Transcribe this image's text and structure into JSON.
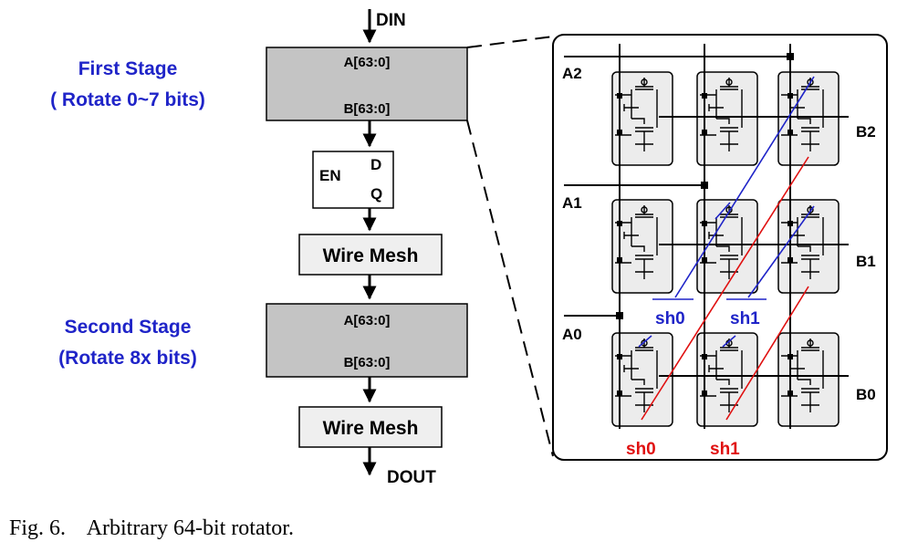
{
  "figure": {
    "caption": "Fig. 6.    Arbitrary 64-bit rotator.",
    "input_label": "DIN",
    "output_label": "DOUT"
  },
  "first_stage": {
    "title": "First Stage",
    "subtitle": "( Rotate 0~7 bits)",
    "port_a": "A[63:0]",
    "port_b": "B[63:0]"
  },
  "latch": {
    "enable": "EN",
    "d": "D",
    "q": "Q"
  },
  "wire_mesh_1": "Wire Mesh",
  "second_stage": {
    "title": "Second Stage",
    "subtitle": "(Rotate 8x bits)",
    "port_a": "A[63:0]",
    "port_b": "B[63:0]"
  },
  "wire_mesh_2": "Wire Mesh",
  "detail": {
    "row_inputs": [
      "A2",
      "A1",
      "A0"
    ],
    "row_outputs": [
      "B2",
      "B1",
      "B0"
    ],
    "blue_shift": [
      "sh0",
      "sh1"
    ],
    "red_shift": [
      "sh0",
      "sh1"
    ],
    "colors": {
      "blue": "#1f24c8",
      "red": "#e01010",
      "cell_fill": "#ececec",
      "block_fill": "#c4c4c4"
    }
  }
}
